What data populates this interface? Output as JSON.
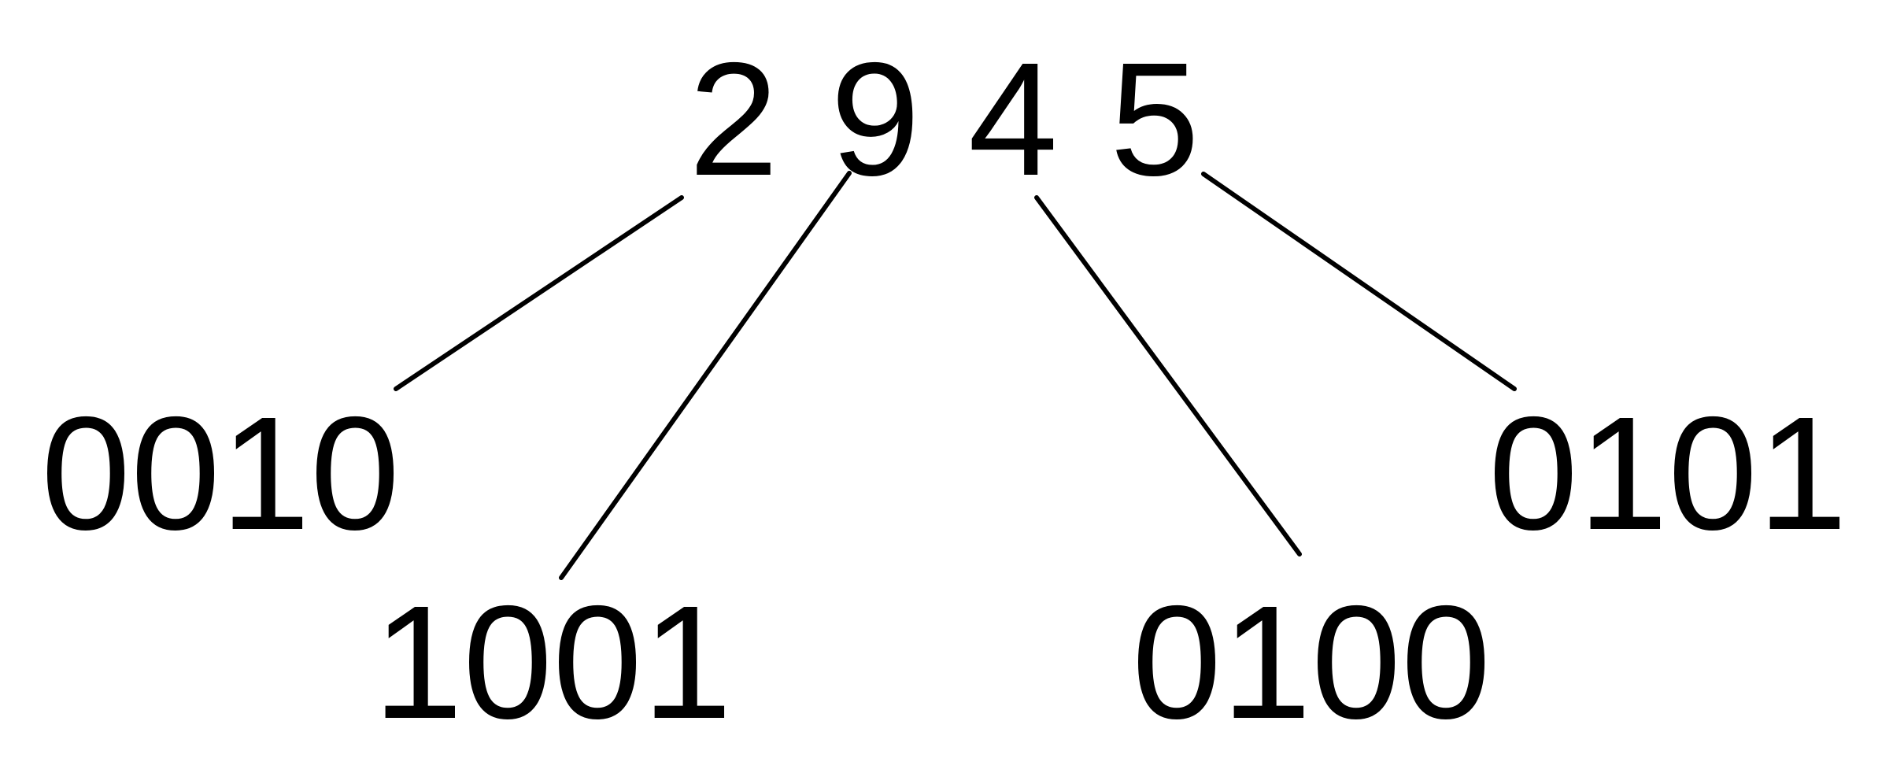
{
  "decimal_digits": [
    "2",
    "9",
    "4",
    "5"
  ],
  "binary_codes": [
    "0010",
    "1001",
    "0100",
    "0101"
  ],
  "colors": {
    "ink": "#000000",
    "background": "#ffffff"
  }
}
